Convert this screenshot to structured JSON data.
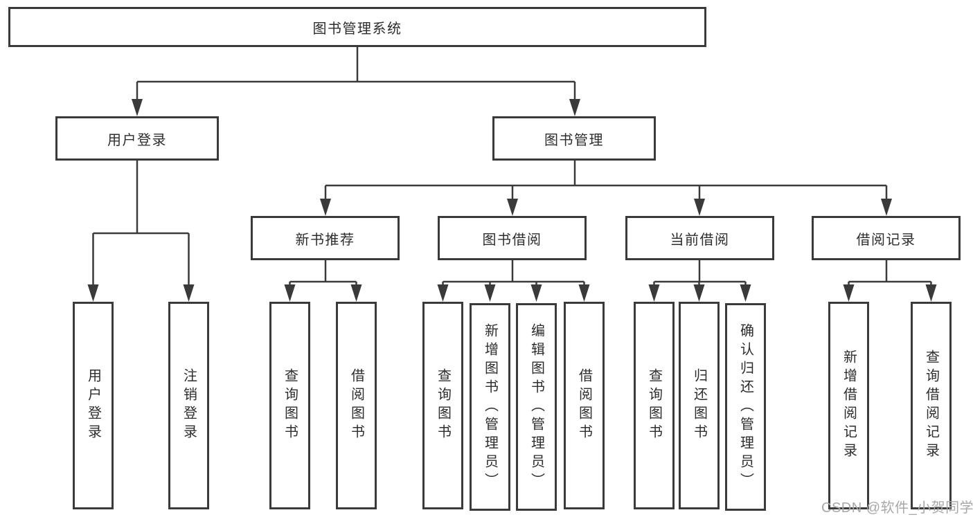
{
  "tree": {
    "root": "图书管理系统",
    "branches": [
      {
        "label": "用户登录",
        "children": [
          "用户登录",
          "注销登录"
        ]
      },
      {
        "label": "图书管理",
        "groups": [
          {
            "label": "新书推荐",
            "children": [
              "查询图书",
              "借阅图书"
            ]
          },
          {
            "label": "图书借阅",
            "children": [
              "查询图书",
              "新增图书（管理员）",
              "编辑图书（管理员）",
              "借阅图书"
            ]
          },
          {
            "label": "当前借阅",
            "children": [
              "查询图书",
              "归还图书",
              "确认归还（管理员）"
            ]
          },
          {
            "label": "借阅记录",
            "children": [
              "新增借阅记录",
              "查询借阅记录"
            ]
          }
        ]
      }
    ]
  },
  "watermark": "CSDN @软件_小贺同学",
  "colors": {
    "line": "#3a3a3a",
    "text": "#2d2d2d",
    "box_background": "#ffffff",
    "watermark": "#a8a8a8"
  }
}
